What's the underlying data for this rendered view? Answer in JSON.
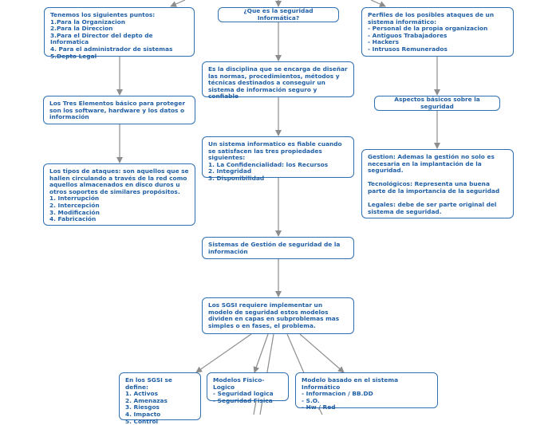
{
  "diagram": {
    "nodes": {
      "puntos": "Tenemos los siguientes puntos:\n1.Para la Organizacion\n2.Para la Direccion\n3.Para el Director del depto de Informatica\n4. Para el administrador de sistemas\n5.Depto Legal",
      "que_es": "¿Que es la seguridad Informática?",
      "perfiles": "Perfiles de los posibles ataques de un sistema informático:\n- Personal de la propia organizacion\n- Antiguos Trabajadores\n- Hackers\n- Intrusos Remunerados",
      "disciplina": "Es la disciplina que se encarga de diseñar las normas, procedimientos, métodos y técnicas destinados a conseguir un sistema de información seguro y confiable",
      "tres_elementos": "Los Tres Elementos básico para proteger son los software, hardware y los datos o información",
      "aspectos": "Aspectos básicos sobre la seguridad",
      "fiable": "Un sistema informatico es fiable cuando se satisfacen las tres propiedades siguientes:\n1. La Confidencialidad: los Recursos\n2. Integridad\n3. Disponibilidad",
      "gestion": "Gestion: Ademas la gestión no solo es necesaria en la implantación de la seguridad.\n\nTecnológicos: Representa una buena parte de la importancia de la seguridad\n\nLegales: debe de ser parte original del sistema de seguridad.",
      "tipos_ataques": "Los tipos de ataques: son aquellos que se hallen circulando a través de la red como aquellos almacenados en disco duros u otros soportes de similares propósitos.\n1. Interrupción\n2. Intercepción\n3. Modificación\n4. Fabricación",
      "sgsi_sistemas": "Sistemas de Gestión de seguridad de la información",
      "sgsi_requiere": "Los SGSI requiere implementar un modelo de seguridad estos modelos dividen en capas en subproblemas mas simples o en fases, el problema.",
      "sgsi_define": "En los SGSI se define:\n1. Activos\n2. Amenazas\n3. Riesgos\n4. Impacto\n5. Control",
      "fisico_logico": "Modelos Fisico-Logico\n- Seguridad logica\n- Seguridad Fisica",
      "modelo_basado": "Modelo basado en el sistema Informático\n- Informacion / BB.DD\n- S.O.\n- Hw / Red"
    },
    "colors": {
      "border": "#2f6fb1",
      "text": "#1f5fa6",
      "line": "#8d8d8d"
    }
  }
}
